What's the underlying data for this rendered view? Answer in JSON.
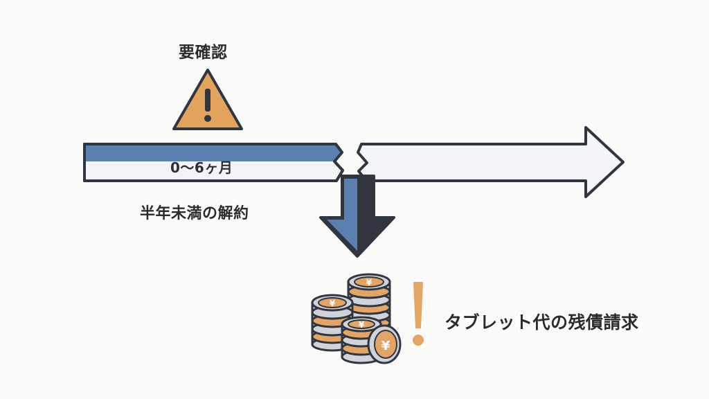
{
  "warning": {
    "title": "要確認",
    "icon": "warning-triangle-icon",
    "color": "#E4A35C"
  },
  "timeline": {
    "period_label": "0〜6ヶ月",
    "cancel_label": "半年未満の解約",
    "colors": {
      "early_segment": "#5A7FB0",
      "outline": "#30353F",
      "later_segment": "#F2F4F8"
    }
  },
  "claim": {
    "label": "タブレット代の残債請求",
    "coin_icon": "yen-coin-stack-icon",
    "exclamation_icon": "exclamation-icon",
    "coin_color": "#E3A566"
  }
}
